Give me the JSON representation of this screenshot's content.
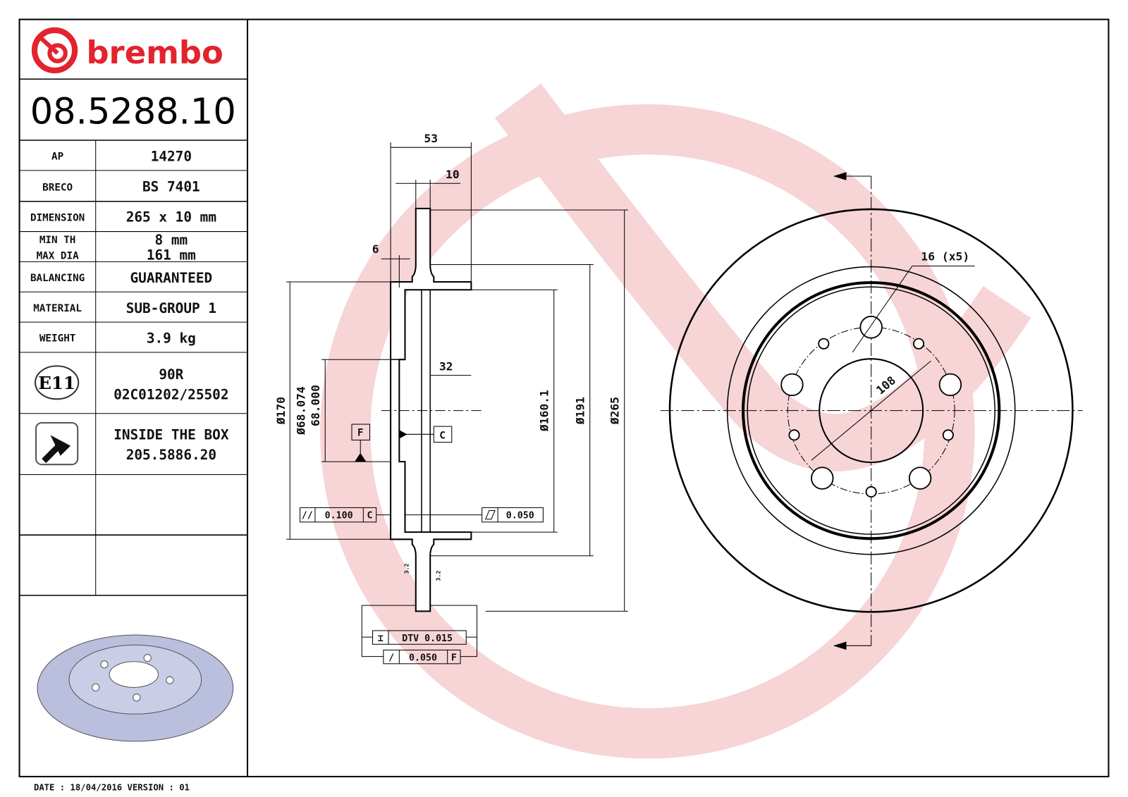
{
  "brand": {
    "name": "brembo",
    "color": "#e3232d",
    "watermark_color": "#f6d3d5"
  },
  "part_number": "08.5288.10",
  "specs": [
    {
      "label": "AP",
      "value": "14270"
    },
    {
      "label": "BRECO",
      "value": "BS 7401"
    },
    {
      "label": "DIMENSION",
      "value": "265 x 10 mm"
    },
    {
      "label": "MIN TH",
      "value": "8 mm",
      "label2": "MAX DIA",
      "value2": "161 mm"
    },
    {
      "label": "BALANCING",
      "value": "GUARANTEED"
    },
    {
      "label": "MATERIAL",
      "value": "SUB-GROUP 1"
    },
    {
      "label": "WEIGHT",
      "value": "3.9 kg"
    }
  ],
  "approval": {
    "mark": "E11",
    "line1": "90R",
    "line2": "02C01202/25502"
  },
  "screw": {
    "icon": "screw-icon",
    "line1": "INSIDE THE BOX",
    "line2": "205.5886.20"
  },
  "footer": "DATE : 18/04/2016 VERSION : 01",
  "dimensions": {
    "width_total": "53",
    "thickness": "10",
    "hub_thickness": "6",
    "hat_depth": "32",
    "d170": "Ø170",
    "d68a": "Ø68.074",
    "d68b": "68.000",
    "d160": "Ø160.1",
    "d191": "Ø191",
    "d265": "Ø265",
    "datum_f": "F",
    "datum_c": "C",
    "tol_parallel": "0.100",
    "tol_parallel_ref": "C",
    "tol_flat": "0.050",
    "tol_dtv": "DTV 0.015",
    "tol_runout": "0.050",
    "tol_runout_ref": "F",
    "roughness": "3.2",
    "holes": "16 (x5)",
    "pcd": "108"
  }
}
